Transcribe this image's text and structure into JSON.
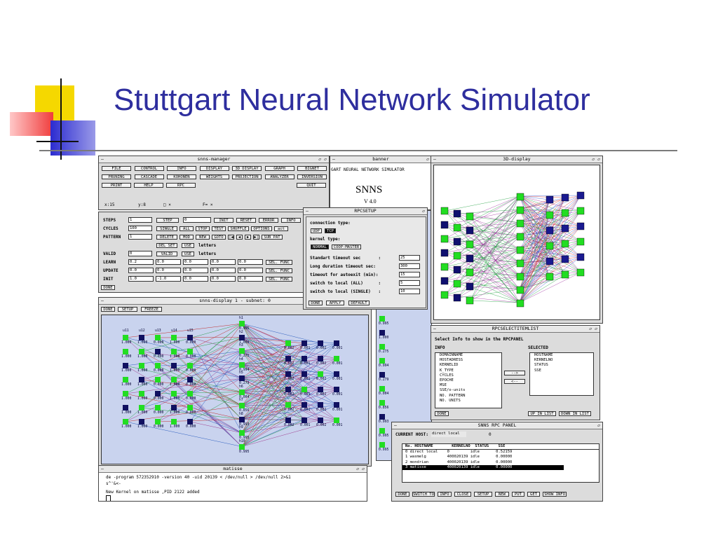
{
  "slide": {
    "title": "Stuttgart Neural Network Simulator"
  },
  "manager": {
    "title": "snns-manager",
    "row1": [
      "FILE",
      "CONTROL",
      "INFO",
      "DISPLAY",
      "3D DISPLAY",
      "GRAPH",
      "BIGNET"
    ],
    "row2": [
      "PRUNING",
      "CASCADE",
      "KOHONEN",
      "WEIGHTS",
      "PROJECTION",
      "ANALYZER",
      "INVERSION"
    ],
    "row3": [
      "PRINT",
      "HELP",
      "RPC",
      "QUIT"
    ],
    "coords": {
      "x": "x:15",
      "y": "y:8",
      "sym": "□ ×",
      "f": "F= ×"
    }
  },
  "control": {
    "labels": [
      "STEPS",
      "CYCLES",
      "PATTERN",
      "VALID",
      "LEARN",
      "UPDATE",
      "INIT"
    ],
    "steps_value": "1",
    "cycles_value": "100",
    "pattern_value": "1",
    "valid_value": "0",
    "step_btn": "STEP",
    "step_field": "0",
    "row1_btns": [
      "INIT",
      "RESET",
      "ERROR",
      "INFO"
    ],
    "row2_btns": [
      "SINGLE",
      "ALL",
      "STOP",
      "TEST",
      "SHUFFLE",
      "OPTIONS",
      "act"
    ],
    "row3_btns": [
      "DELETE",
      "MOD",
      "NEW",
      "GOTO",
      "|◀",
      "◀",
      "▶",
      "▶|",
      "SUB PAT"
    ],
    "delset": "DEL SET",
    "use": "USE",
    "letters": "letters",
    "valid_btn": "VALID",
    "learn_vals": [
      "0.2",
      "0.0",
      "0.0",
      "0.0",
      "0.0"
    ],
    "update_vals": [
      "0.0",
      "0.0",
      "0.0",
      "0.0",
      "0.0"
    ],
    "init_vals": [
      "1.0",
      "-1.0",
      "0.0",
      "0.0",
      "0.0"
    ],
    "sel_func": "SEL. FUNC",
    "done": "DONE"
  },
  "banner": {
    "title": "banner",
    "scroll": "GART NEURAL NETWORK SIMULATOR",
    "name": "SNNS",
    "version": "V 4.0"
  },
  "rpcsetup": {
    "title": "RPCSETUP",
    "connection_type": "connection type:",
    "udp": "UDP",
    "tcp": "TCP",
    "kernel_type": "kernel type:",
    "normal": "NORMAL",
    "coop": "COOP-MASTER",
    "rows": [
      {
        "label": "Standart timeout sec       :",
        "value": "25"
      },
      {
        "label": "Long duration timeout sec:",
        "value": "300"
      },
      {
        "label": "timeout for autoexit (min):",
        "value": "15"
      },
      {
        "label": "switch to local (ALL)      :",
        "value": "5"
      },
      {
        "label": "switch to local (SINGLE)   :",
        "value": "10"
      }
    ],
    "done": "DONE",
    "apply": "APPLY",
    "default": "DEFAULT"
  },
  "display3d": {
    "title": "3D-display"
  },
  "display": {
    "title": "snns-display 1 - subnet: 0",
    "btns": [
      "DONE",
      "SETUP",
      "FREEZE"
    ],
    "input_labels": [
      "u11",
      "u12",
      "u13",
      "u14",
      "u15"
    ],
    "hidden_labels": [
      "h1",
      "h2",
      "h3",
      "h4",
      "h5",
      "h6",
      "h7",
      "h8",
      "h9",
      "h10"
    ],
    "hidden_vals": [
      "0.995",
      "1.000",
      "0.275",
      "0.994",
      "0.279",
      "0.004",
      "0.856",
      "0.993",
      "0.995",
      "0.995"
    ],
    "input_vals": [
      "1.000",
      "1.000",
      "0.000",
      "1.000",
      "0.000"
    ],
    "output_vals": [
      "0.002",
      "0.001",
      "0.002",
      "0.001",
      "0.004"
    ]
  },
  "rpcselect": {
    "title": "RPCSELECTITEMLIST",
    "header": "Select Info to show in the RPCPANEL",
    "info": "INFO",
    "selected": "SELECTED",
    "info_items": [
      "DOMAINNAME",
      "HOSTADRESS",
      "KERNELID",
      "K_TYPE",
      "CYCLES",
      "EPOCHE",
      "MSE",
      "SSE/o-units",
      "NO. PATTERN",
      "NO. UNITS"
    ],
    "selected_items": [
      "HOSTNAME",
      "KERNELNO",
      "STATUS",
      "SSE"
    ],
    "done": "DONE",
    "up": "UP IN LIST",
    "down": "DOWN IN LIST"
  },
  "rpcpanel": {
    "title": "SNNS RPC PANEL",
    "current_host_label": "CURRENT HOST:",
    "current_host": "direct local",
    "current_no": "0",
    "header": "No. HOSTNAME        KERNELNO  STATUS    SSE",
    "rows": [
      "0 direct local    0         idle       0.52159",
      "1 wasmelg         400020139 idle       0.00000",
      "2 mondrian        400020139 idle       0.00000",
      "3 matisse         400020139 idle       0.00000"
    ],
    "btns": [
      "DONE",
      "SWITCH TO",
      "INFO",
      "CLOSE",
      "SETUP",
      "NEW",
      "PUT",
      "GET",
      "SHOW INFO"
    ]
  },
  "matisse": {
    "title": "matisse",
    "lines": [
      "de -program 572352910 -version 40 -uid 20139   < /dev/null > /dev/null 2>&1",
      "s^'&<-",
      "New Kernel on matisse ,PID 2122 added"
    ]
  },
  "colors": {
    "title": "#2e2e9e",
    "green_unit": "#22dd22",
    "blue_unit": "#101060",
    "display_bg": "#c9d3ee"
  }
}
